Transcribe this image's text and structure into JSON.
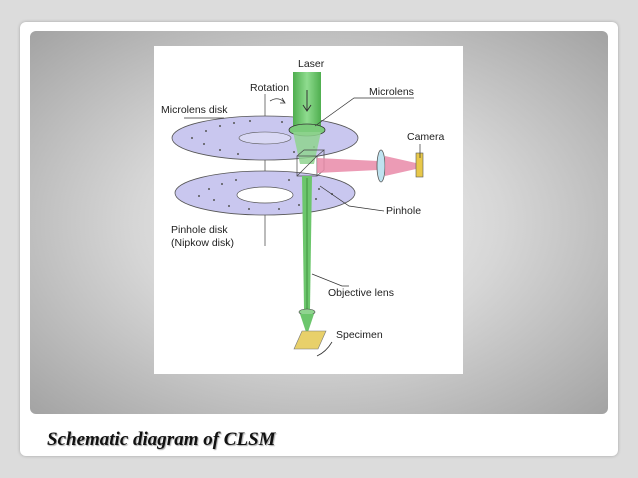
{
  "figure": {
    "labels": {
      "laser": "Laser",
      "rotation": "Rotation",
      "microlens": "Microlens",
      "microlens_disk": "Microlens disk",
      "camera": "Camera",
      "pinhole": "Pinhole",
      "pinhole_disk": "Pinhole disk",
      "nipkow_disk": "(Nipkow disk)",
      "objective_lens": "Objective lens",
      "specimen": "Specimen"
    },
    "colors": {
      "laser_beam": "#6cc66c",
      "return_beam": "#e98aa8",
      "disk_fill": "#c9c7ef",
      "disk_hole": "#ffffff",
      "specimen": "#e8d06a",
      "camera": "#e8c84a"
    }
  },
  "caption": "Schematic diagram of CLSM"
}
